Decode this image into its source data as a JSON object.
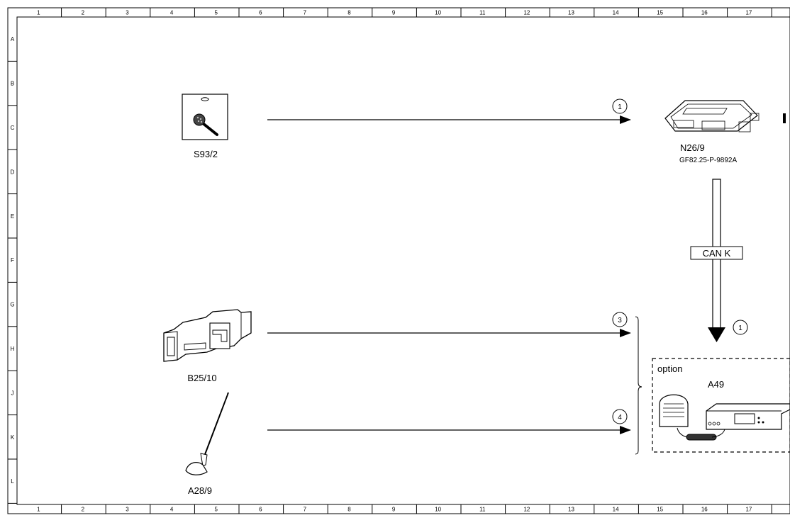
{
  "columns": [
    "1",
    "2",
    "3",
    "4",
    "5",
    "6",
    "7",
    "8",
    "9",
    "10",
    "11",
    "12",
    "13",
    "14",
    "15",
    "16",
    "17"
  ],
  "rows": [
    "A",
    "B",
    "C",
    "D",
    "E",
    "F",
    "G",
    "H",
    "J",
    "K",
    "L"
  ],
  "components": {
    "s93_2": "S93/2",
    "n26_9": "N26/9",
    "n26_9_ref": "GF82.25-P-9892A",
    "b25_10": "B25/10",
    "a28_9": "A28/9",
    "a49": "A49"
  },
  "bus_label": "CAN K",
  "option_label": "option",
  "markers": {
    "m1_top": "1",
    "m1_bus": "1",
    "m3": "3",
    "m4": "4"
  }
}
